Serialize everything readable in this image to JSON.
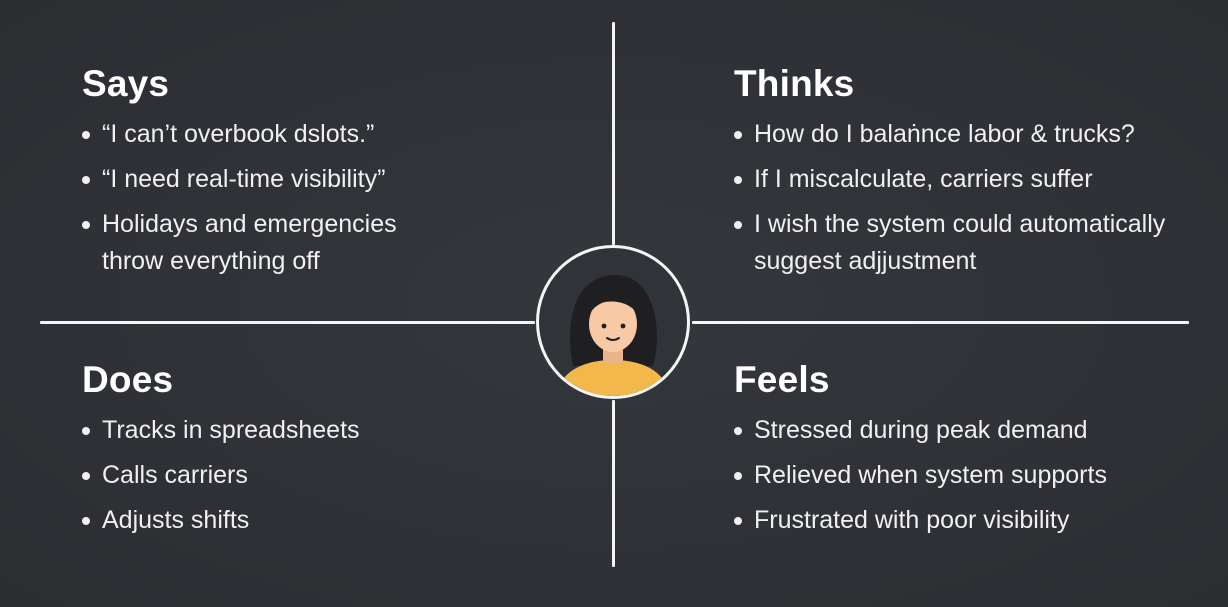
{
  "quadrants": {
    "says": {
      "title": "Says",
      "items": [
        "“I can’t overbook dslots.”",
        "“I need real-time visibility”",
        "Holidays and emergencies throw everything off"
      ]
    },
    "thinks": {
      "title": "Thinks",
      "items": [
        "How do I balaṅnce labor & trucks?",
        "If I miscalculate, carriers suffer",
        "I wish the system could automatically suggest adjjustment"
      ]
    },
    "does": {
      "title": "Does",
      "items": [
        "Tracks in spreadsheets",
        "Calls carriers",
        "Adjusts shifts"
      ]
    },
    "feels": {
      "title": "Feels",
      "items": [
        "Stressed during peak demand",
        "Relieved when system supports",
        "Frustrated with poor visibility"
      ]
    }
  },
  "avatar": {
    "icon": "person-avatar-icon",
    "colors": {
      "hair": "#1f1f22",
      "skin": "#f7c9a4",
      "shirt": "#f2b84b",
      "ring": "#f4f4f4"
    }
  },
  "colors": {
    "background": "#2f3237",
    "lines": "#f4f4f4",
    "text": "#f0f0f0"
  }
}
